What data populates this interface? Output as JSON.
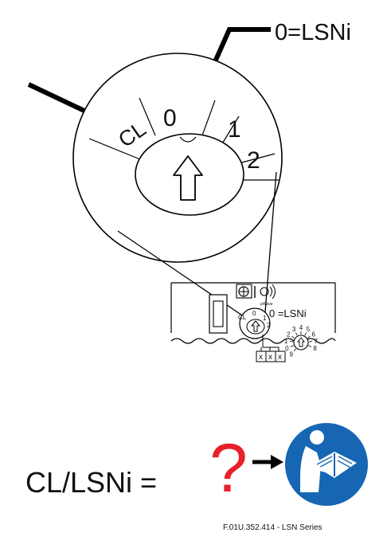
{
  "callout_label": "0=LSNi",
  "dial_large": {
    "cl": "CL",
    "zero": "0",
    "one": "1",
    "two": "2"
  },
  "device": {
    "label": "0 =LSNi",
    "brand": "pWave",
    "small_dial": {
      "cl": "CL",
      "zero": "0",
      "one": "1",
      "two": "2"
    },
    "rotary_digits": [
      "9",
      "0",
      "1",
      "2",
      "3",
      "4",
      "5",
      "6",
      "7",
      "8"
    ],
    "terminals": [
      "x",
      "x",
      "x"
    ]
  },
  "equation": {
    "lhs": "CL/LSNi =",
    "question": "?"
  },
  "colors": {
    "question": "#e8202a",
    "manual_icon_bg": "#1666b3"
  },
  "icons": [
    "read-manual-icon",
    "arrow-icon"
  ],
  "doc_reference": "F.01U.352.414 - LSN Series"
}
